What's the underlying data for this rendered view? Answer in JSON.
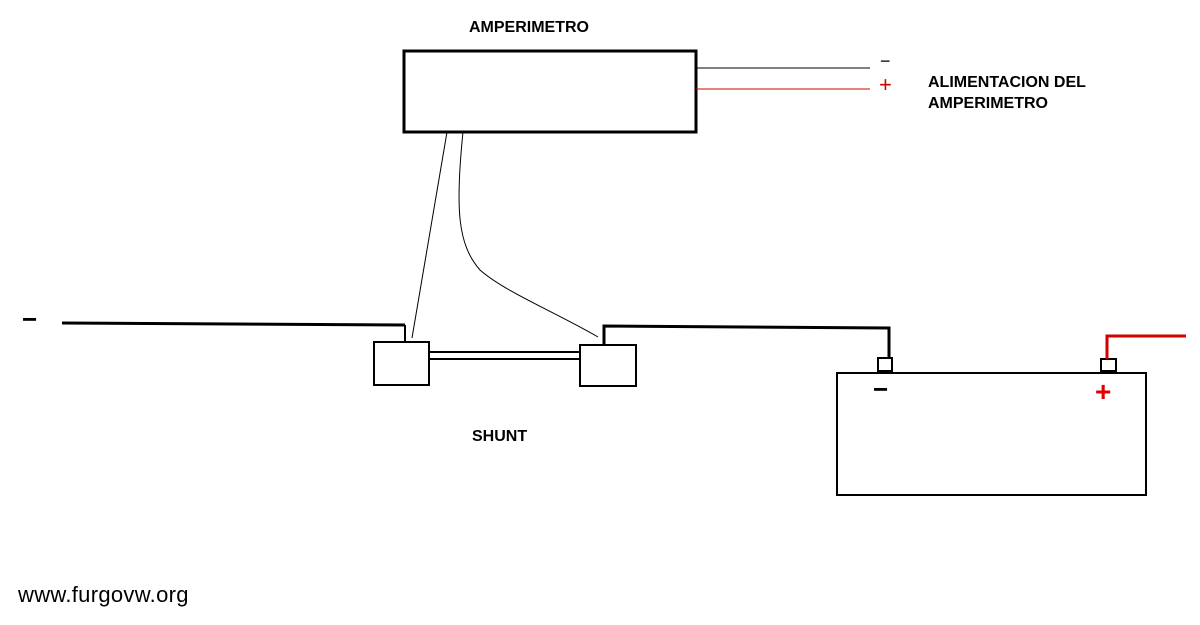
{
  "labels": {
    "ammeter_title": "AMPERIMETRO",
    "power_supply_line1": "ALIMENTACION DEL",
    "power_supply_line2": "AMPERIMETRO",
    "shunt": "SHUNT",
    "watermark": "www.furgovw.org"
  },
  "signs": {
    "feed_negative": "−",
    "feed_positive": "+",
    "battery_negative": "−",
    "battery_positive": "+",
    "load_negative": "−"
  },
  "colors": {
    "wire_negative": "#000000",
    "wire_positive": "#d00000",
    "outline": "#000000",
    "background": "#ffffff"
  }
}
